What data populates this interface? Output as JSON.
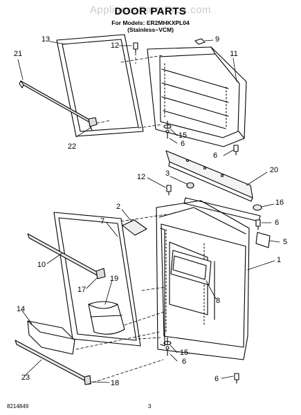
{
  "watermark": "AppliancePartsPros.com",
  "title": "DOOR PARTS",
  "models_line": "For Models: ER2MHKXPL04",
  "models_variant": "(Stainless~VCM)",
  "footer": {
    "code": "8214849",
    "page": "3"
  },
  "callouts": {
    "c13": "13",
    "c12a": "12",
    "c9": "9",
    "c11": "11",
    "c21": "21",
    "c22": "22",
    "c15a": "15",
    "c6a": "6",
    "c6b": "6",
    "c20": "20",
    "c3": "3",
    "c12b": "12",
    "c16": "16",
    "c2": "2",
    "c7": "7",
    "c6c": "6",
    "c5": "5",
    "c10": "10",
    "c1": "1",
    "c17": "17",
    "c19": "19",
    "c8": "8",
    "c14": "14",
    "c15b": "15",
    "c6d": "6",
    "c23": "23",
    "c18": "18",
    "c6e": "6"
  }
}
